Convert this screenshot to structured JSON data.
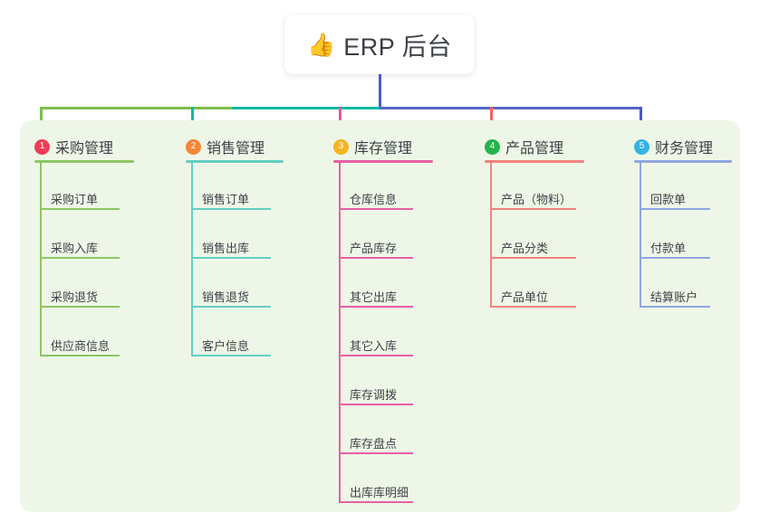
{
  "page": {
    "background": "#ffffff",
    "panel_color": "#eef7e7"
  },
  "root": {
    "emoji": "👍",
    "emoji_name": "thumbs-up-icon",
    "title": "ERP 后台",
    "stem_color": "#4a5bc4"
  },
  "connector": {
    "segments": [
      {
        "name": "bar-green",
        "color": "#7ebe4c"
      },
      {
        "name": "bar-teal",
        "color": "#11b9a2"
      },
      {
        "name": "bar-blue",
        "color": "#5566c9"
      }
    ],
    "drops": [
      {
        "name": "drop-purchase",
        "color": "#7ebe4c"
      },
      {
        "name": "drop-sales",
        "color": "#11b9a2"
      },
      {
        "name": "drop-inventory",
        "color": "#e8559a"
      },
      {
        "name": "drop-product",
        "color": "#f4625f"
      },
      {
        "name": "drop-finance",
        "color": "#4a5bc4"
      }
    ]
  },
  "columns": [
    {
      "id": "purchase",
      "number": "1",
      "badge_color": "#ef3e56",
      "title": "采购管理",
      "line_color": "#8cc765",
      "items": [
        {
          "label": "采购订单"
        },
        {
          "label": "采购入库"
        },
        {
          "label": "采购退货"
        },
        {
          "label": "供应商信息"
        }
      ]
    },
    {
      "id": "sales",
      "number": "2",
      "badge_color": "#f58634",
      "title": "销售管理",
      "line_color": "#63cfc2",
      "items": [
        {
          "label": "销售订单"
        },
        {
          "label": "销售出库"
        },
        {
          "label": "销售退货"
        },
        {
          "label": "客户信息"
        }
      ]
    },
    {
      "id": "inventory",
      "number": "3",
      "badge_color": "#f5b324",
      "title": "库存管理",
      "line_color": "#e85fa4",
      "items": [
        {
          "label": "仓库信息"
        },
        {
          "label": "产品库存"
        },
        {
          "label": "其它出库"
        },
        {
          "label": "其它入库"
        },
        {
          "label": "库存调拨"
        },
        {
          "label": "库存盘点"
        },
        {
          "label": "出库库明细"
        }
      ]
    },
    {
      "id": "product",
      "number": "4",
      "badge_color": "#27b34b",
      "title": "产品管理",
      "line_color": "#f4827f",
      "items": [
        {
          "label": "产品（物料）"
        },
        {
          "label": "产品分类"
        },
        {
          "label": "产品单位"
        }
      ]
    },
    {
      "id": "finance",
      "number": "5",
      "badge_color": "#34b3e4",
      "title": "财务管理",
      "line_color": "#8fa6e0",
      "items": [
        {
          "label": "回款单"
        },
        {
          "label": "付款单"
        },
        {
          "label": "结算账户"
        }
      ]
    }
  ]
}
